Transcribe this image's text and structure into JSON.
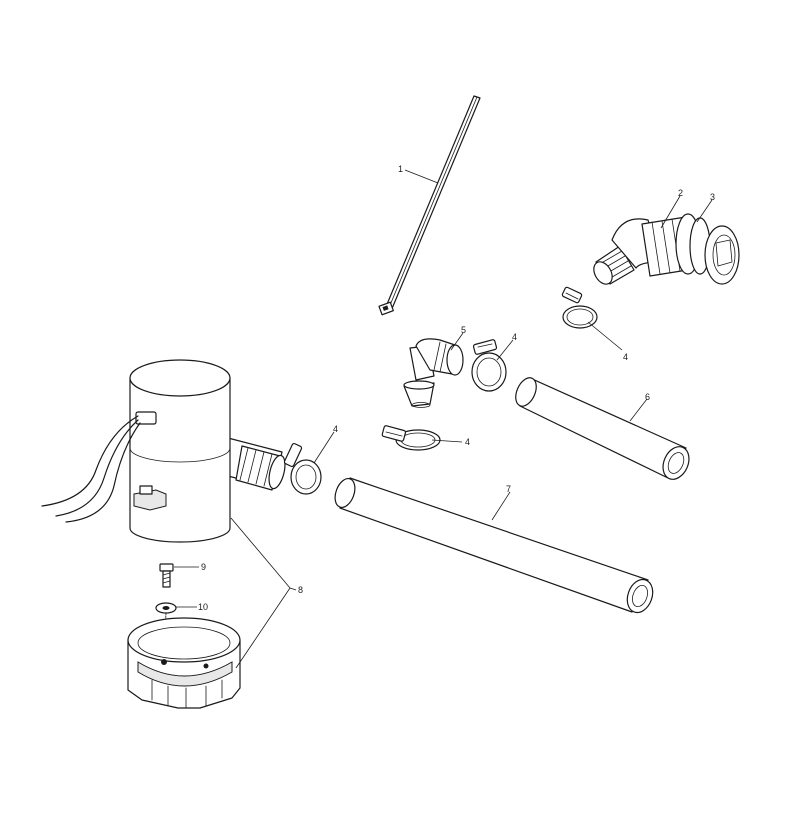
{
  "callouts": {
    "c1": "1",
    "c2": "2",
    "c3": "3",
    "c4a": "4",
    "c4b": "4",
    "c4c": "4",
    "c4d": "4",
    "c5": "5",
    "c6": "6",
    "c7": "7",
    "c8": "8",
    "c9": "9",
    "c10": "10"
  },
  "colors": {
    "line": "#1a1a1a",
    "background": "#ffffff"
  }
}
